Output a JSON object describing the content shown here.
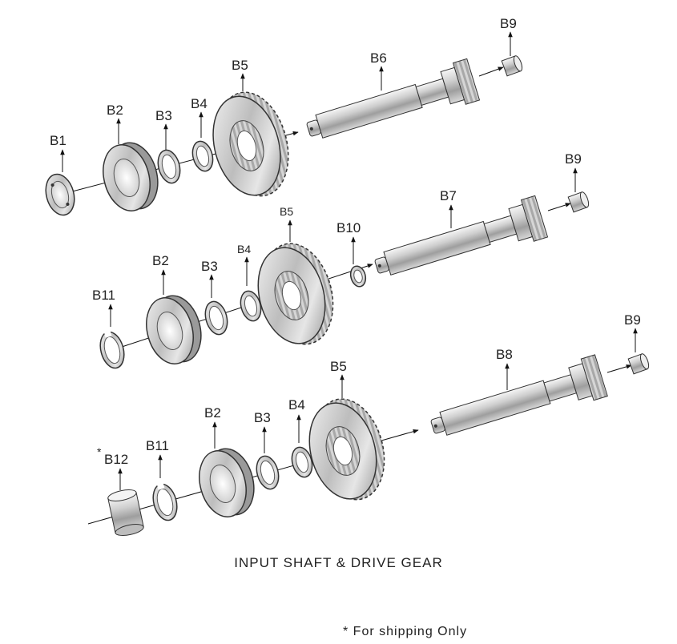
{
  "caption": "INPUT SHAFT & DRIVE GEAR",
  "footnote": "* For shipping Only",
  "asterisk": "*",
  "labels": {
    "r1": {
      "B1": "B1",
      "B2": "B2",
      "B3": "B3",
      "B4": "B4",
      "B5": "B5",
      "B6": "B6",
      "B9": "B9"
    },
    "r2": {
      "B11": "B11",
      "B2": "B2",
      "B3": "B3",
      "B4": "B4",
      "B5": "B5",
      "B10": "B10",
      "B7": "B7",
      "B9": "B9"
    },
    "r3": {
      "B12": "B12",
      "B11": "B11",
      "B2": "B2",
      "B3": "B3",
      "B4": "B4",
      "B5": "B5",
      "B8": "B8",
      "B9": "B9"
    }
  }
}
